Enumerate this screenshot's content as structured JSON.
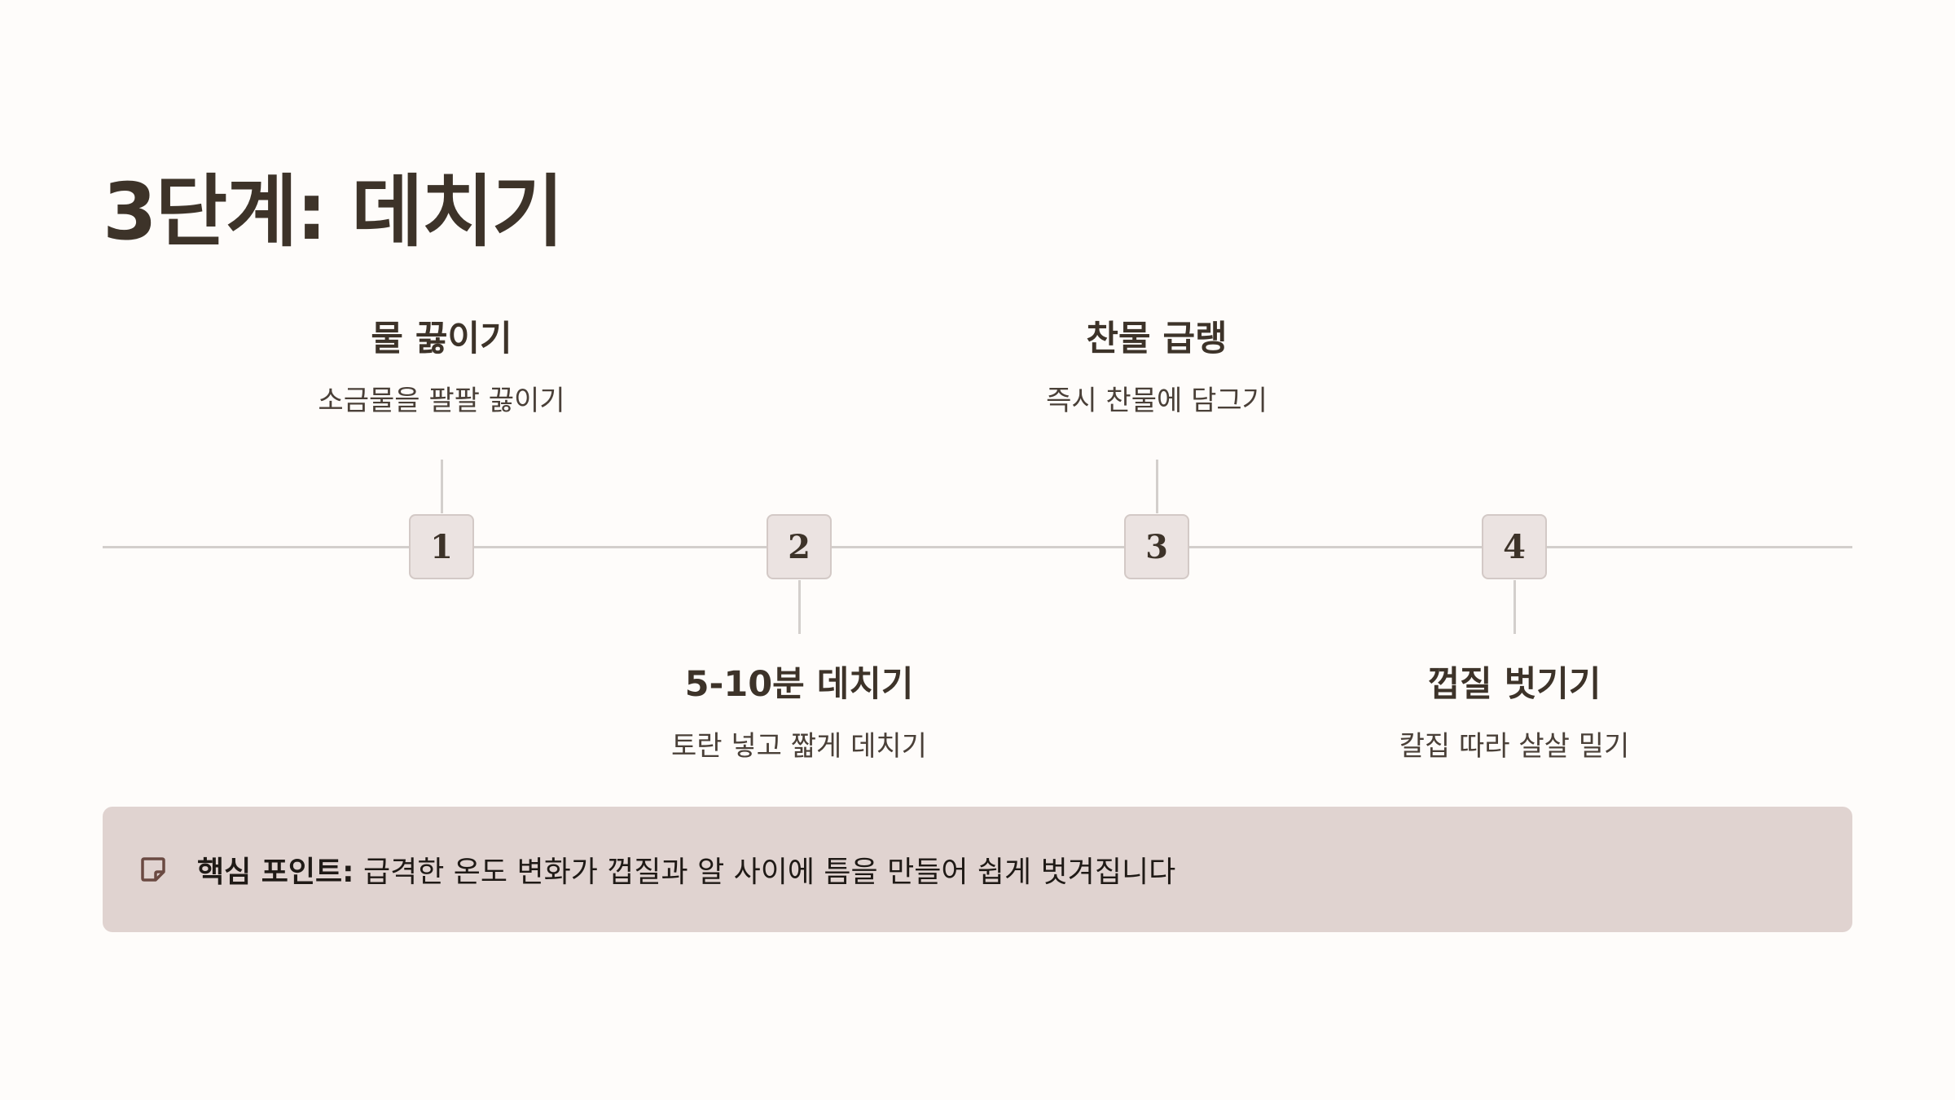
{
  "title": "3단계: 데치기",
  "steps": [
    {
      "number": "1",
      "title": "물 끓이기",
      "description": "소금물을 팔팔 끓이기"
    },
    {
      "number": "2",
      "title": "5-10분 데치기",
      "description": "토란 넣고 짧게 데치기"
    },
    {
      "number": "3",
      "title": "찬물 급랭",
      "description": "즉시 찬물에 담그기"
    },
    {
      "number": "4",
      "title": "껍질 벗기기",
      "description": "칼집 따라 살살 밀기"
    }
  ],
  "callout": {
    "icon": "sticky-note-icon",
    "label": "핵심 포인트:",
    "text": " 급격한 온도 변화가 껍질과 알 사이에 틈을 만들어 쉽게 벗겨집니다"
  },
  "colors": {
    "background": "#fefcfa",
    "text": "#3d3329",
    "line": "#d3cfcc",
    "marker_fill": "#ebe3e1",
    "callout_fill": "#e0d3d0",
    "icon": "#6b4a42"
  }
}
